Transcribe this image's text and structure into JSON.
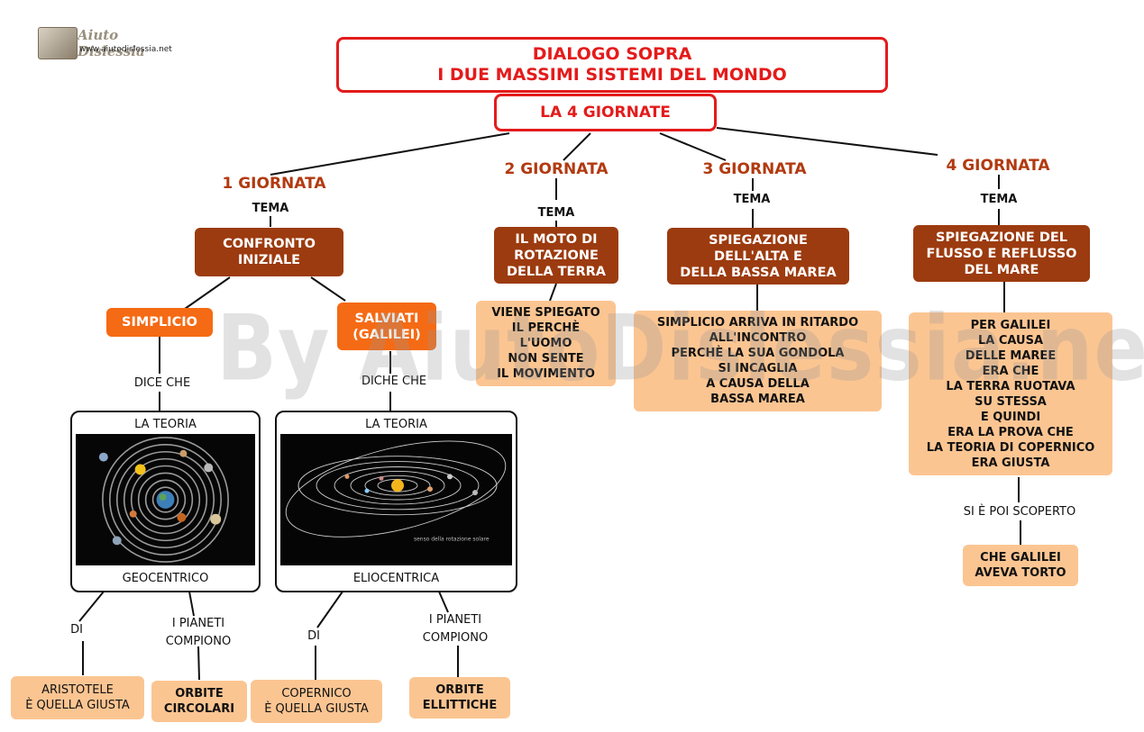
{
  "logo": {
    "name": "Aiuto Dislessia",
    "url": "www.aiutodislessia.net"
  },
  "watermark": "By AiutoDislessia.net",
  "title": "DIALOGO SOPRA\nI DUE MASSIMI SISTEMI  DEL MONDO",
  "subtitle": "LA 4 GIORNATE",
  "days": {
    "d1": {
      "label": "1 GIORNATA",
      "tema": "TEMA",
      "topic": "CONFRONTO\nINIZIALE",
      "simplicio": {
        "name": "SIMPLICIO",
        "connector": "DICE CHE",
        "theory_top": "LA TEORIA",
        "theory_bottom": "GEOCENTRICO",
        "left_connector": "DI",
        "left_box": "ARISTOTELE\nÈ QUELLA GIUSTA",
        "right_connector": "I PIANETI\nCOMPIONO",
        "right_box": "ORBITE\nCIRCOLARI"
      },
      "salviati": {
        "name": "SALVIATI\n(GALILEI)",
        "connector": "DICHE CHE",
        "theory_top": "LA TEORIA",
        "theory_bottom": "ELIOCENTRICA",
        "left_connector": "DI",
        "left_box": "COPERNICO\nÈ QUELLA GIUSTA",
        "right_connector": "I PIANETI\nCOMPIONO",
        "right_box": "ORBITE\nELLITTICHE"
      }
    },
    "d2": {
      "label": "2 GIORNATA",
      "tema": "TEMA",
      "topic": "IL MOTO DI\nROTAZIONE\nDELLA TERRA",
      "detail": "VIENE SPIEGATO\nIL PERCHÈ\nL'UOMO\nNON SENTE\nIL MOVIMENTO"
    },
    "d3": {
      "label": "3 GIORNATA",
      "tema": "TEMA",
      "topic": "SPIEGAZIONE\nDELL'ALTA E\nDELLA BASSA MAREA",
      "detail": "SIMPLICIO ARRIVA IN RITARDO\nALL'INCONTRO\nPERCHÈ LA SUA GONDOLA\nSI INCAGLIA\nA CAUSA DELLA\nBASSA MAREA"
    },
    "d4": {
      "label": "4 GIORNATA",
      "tema": "TEMA",
      "topic": "SPIEGAZIONE DEL\nFLUSSO E REFLUSSO\nDEL MARE",
      "detail": "PER GALILEI\nLA CAUSA\nDELLE MAREE\nERA CHE\nLA TERRA RUOTAVA\nSU STESSA\nE QUINDI\nERA LA PROVA CHE\nLA TEORIA DI COPERNICO\nERA GIUSTA",
      "connector": "SI È POI SCOPERTO",
      "conclusion": "CHE GALILEI\nAVEVA TORTO"
    }
  },
  "helio_image_caption": "senso della rotazione solare",
  "colors": {
    "title_red": "#e41b1b",
    "day_label": "#b23a10",
    "topic_brown": "#9c3b0f",
    "speaker_orange": "#f56a14",
    "detail_peach": "#fbc592"
  }
}
